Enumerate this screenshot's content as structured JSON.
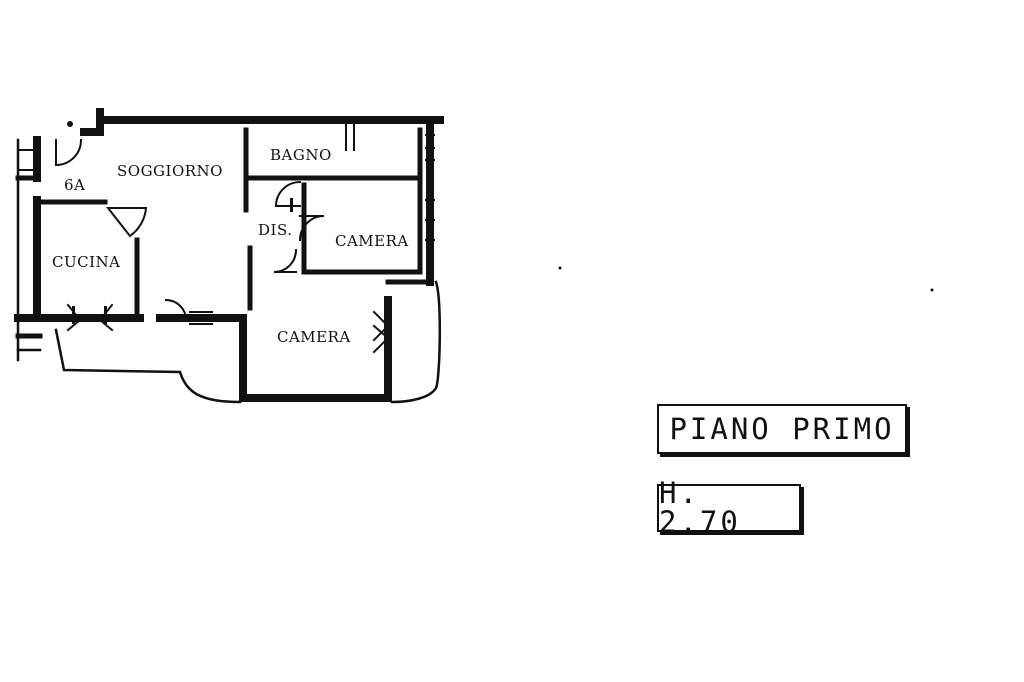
{
  "rooms": {
    "soggiorno": "SOGGIORNO",
    "bagno": "BAGNO",
    "dis": "DIS.",
    "camera_top": "CAMERA",
    "cucina": "CUCINA",
    "camera_bottom": "CAMERA",
    "entrance_code": "6A"
  },
  "floor_label": "PIANO PRIMO",
  "height_label": "H. 2.70",
  "colors": {
    "ink": "#111111",
    "paper": "#ffffff"
  }
}
